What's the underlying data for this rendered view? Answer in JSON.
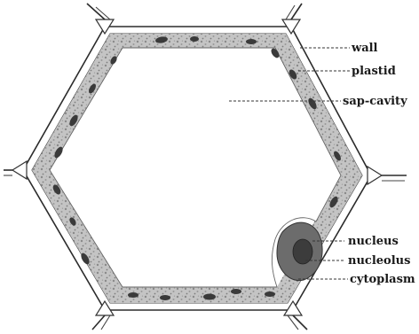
{
  "diagram": {
    "type": "plant-cell-illustration",
    "colors": {
      "ink": "#2b2b2b",
      "cytoplasm": "#b9b9b9",
      "plastid": "#3a3a3a",
      "nucleus": "#6c6c6c",
      "background": "#ffffff"
    },
    "labels": [
      {
        "id": "wall",
        "text": "wall"
      },
      {
        "id": "plastid",
        "text": "plastid"
      },
      {
        "id": "sap-cavity",
        "text": "sap-cavity"
      },
      {
        "id": "nucleus",
        "text": "nucleus"
      },
      {
        "id": "nucleolus",
        "text": "nucleolus"
      },
      {
        "id": "cytoplasm",
        "text": "cytoplasm"
      }
    ]
  }
}
